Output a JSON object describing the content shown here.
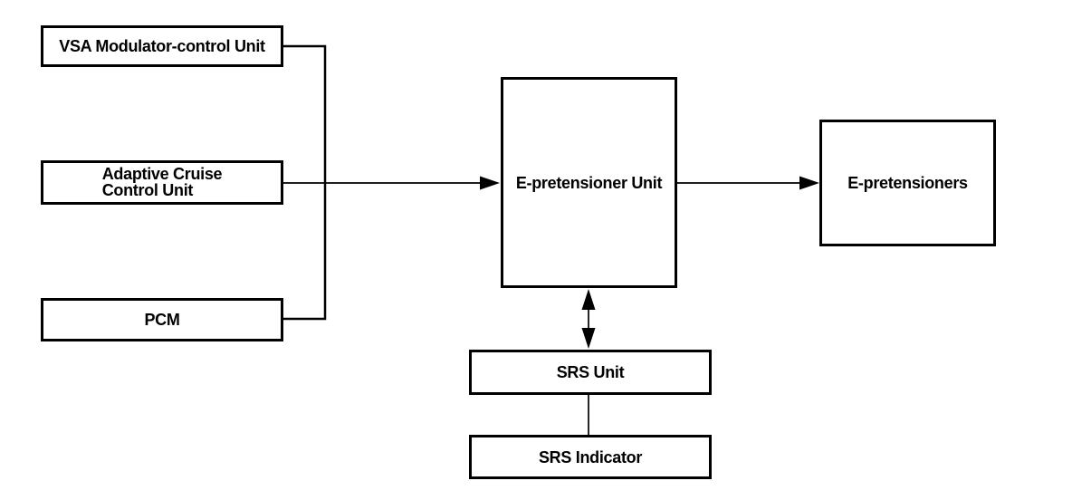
{
  "diagram": {
    "background_color": "#ffffff",
    "line_color": "#000000",
    "box_fill_color": "#ffffff",
    "nodes": {
      "vsa": {
        "label": "VSA Modulator-control Unit"
      },
      "acc": {
        "line1": "Adaptive Cruise",
        "line2": "Control Unit"
      },
      "pcm": {
        "label": "PCM"
      },
      "epu": {
        "label": "E-pretensioner Unit"
      },
      "eps": {
        "label": "E-pretensioners"
      },
      "srs_unit": {
        "label": "SRS Unit"
      },
      "srs_indicator": {
        "label": "SRS Indicator"
      }
    },
    "edges": [
      {
        "from": "VSA Modulator-control Unit",
        "to": "E-pretensioner Unit",
        "type": "line-via-bus"
      },
      {
        "from": "Adaptive Cruise Control Unit",
        "to": "E-pretensioner Unit",
        "type": "arrow"
      },
      {
        "from": "PCM",
        "to": "E-pretensioner Unit",
        "type": "line-via-bus"
      },
      {
        "from": "E-pretensioner Unit",
        "to": "E-pretensioners",
        "type": "arrow"
      },
      {
        "from": "E-pretensioner Unit",
        "to": "SRS Unit",
        "type": "double-arrow"
      },
      {
        "from": "SRS Unit",
        "to": "SRS Indicator",
        "type": "line"
      }
    ]
  }
}
